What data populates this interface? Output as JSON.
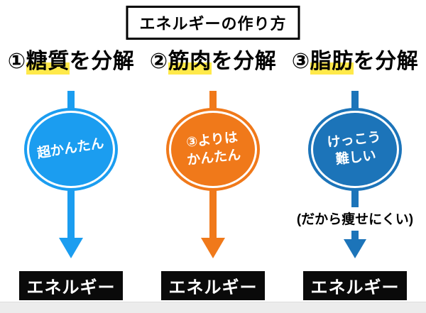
{
  "title": "エネルギーの作り方",
  "highlight_color": "#ffe94a",
  "columns": [
    {
      "number": "①",
      "keyword": "糖質",
      "suffix": "を分解",
      "circle_line1": "超かんたん",
      "circle_line2": "",
      "color": "#1b9df0",
      "note": "",
      "result": "エネルギー"
    },
    {
      "number": "②",
      "keyword": "筋肉",
      "suffix": "を分解",
      "circle_line1": "③よりは",
      "circle_line2": "かんたん",
      "color": "#f0791a",
      "note": "",
      "result": "エネルギー"
    },
    {
      "number": "③",
      "keyword": "脂肪",
      "suffix": "を分解",
      "circle_line1": "けっこう",
      "circle_line2": "難しい",
      "color": "#1c74b9",
      "note": "(だから痩せにくい)",
      "result": "エネルギー"
    }
  ]
}
